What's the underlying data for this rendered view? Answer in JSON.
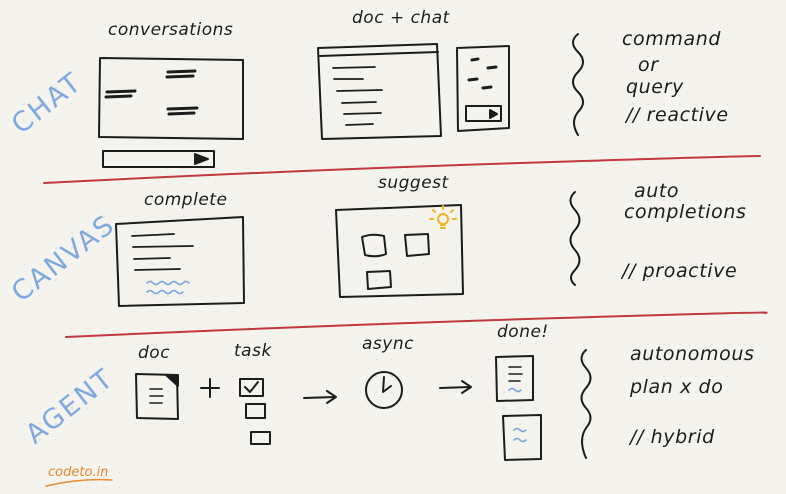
{
  "sections": {
    "chat": {
      "title": "CHAT",
      "captions": {
        "conversations": "conversations",
        "doc_chat": "doc + chat"
      },
      "notes": {
        "line1": "command",
        "line2": "or",
        "line3": "query",
        "line4": "// reactive"
      }
    },
    "canvas": {
      "title": "CANVAS",
      "captions": {
        "complete": "complete",
        "suggest": "suggest"
      },
      "notes": {
        "line1": "auto",
        "line2": "completions",
        "line3": "// proactive"
      }
    },
    "agent": {
      "title": "AGENT",
      "captions": {
        "doc": "doc",
        "task": "task",
        "async": "async",
        "done": "done!"
      },
      "notes": {
        "line1": "autonomous",
        "line2": "plan x do",
        "line3": "// hybrid"
      }
    }
  },
  "brand": "codeto.in",
  "colors": {
    "ink": "#1c1c1c",
    "section": "#7ea8de",
    "divider": "#c0393b",
    "wavy": "#7ea8de",
    "bulb": "#f2b51c",
    "brand": "#e58a2e"
  }
}
